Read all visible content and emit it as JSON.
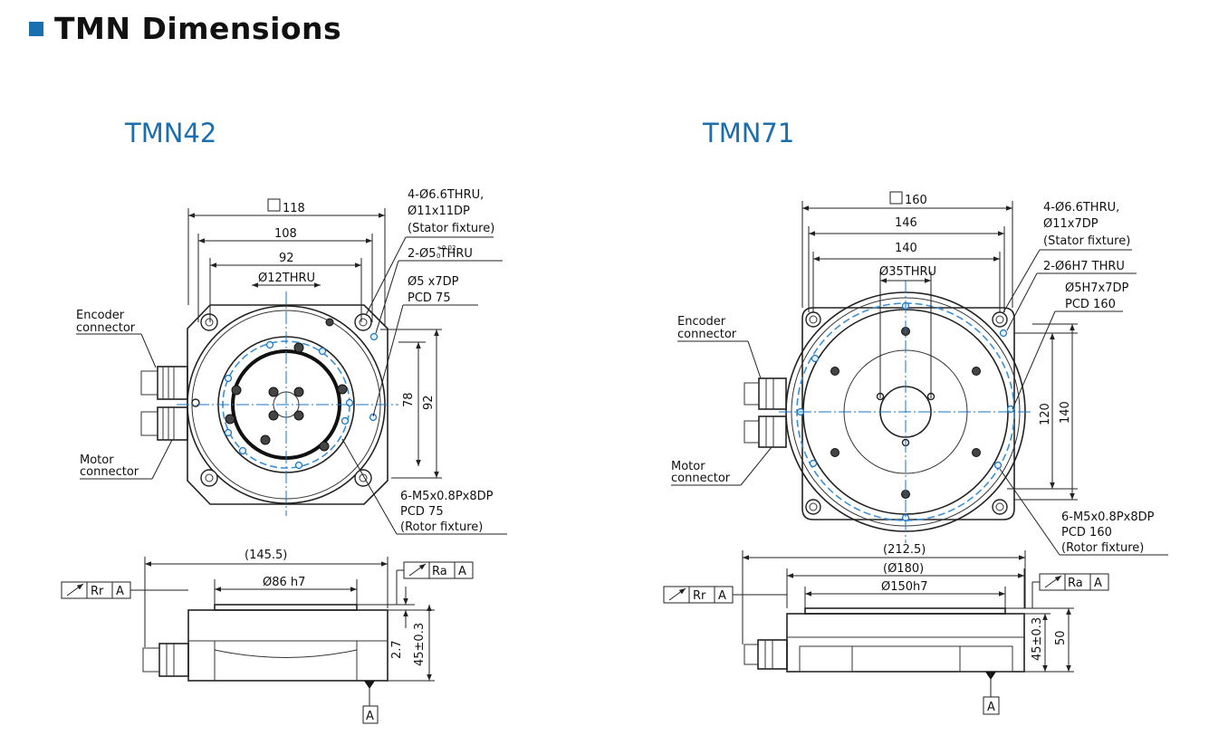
{
  "header": {
    "title": "TMN Dimensions",
    "accent_color": "#1a6fb0"
  },
  "models": {
    "left": {
      "name": "TMN42",
      "dims": {
        "square": "118",
        "d108": "108",
        "d92": "92",
        "thru": "Ø12THRU",
        "v78": "78",
        "v92": "92",
        "overall": "(145.5)",
        "pilot": "Ø86 h7",
        "h27": "2.7",
        "h45": "45±0.3"
      },
      "notes": {
        "stator": [
          "4-Ø6.6THRU,",
          "Ø11x11DP",
          "(Stator fixture)"
        ],
        "pin_thru": "2-Ø5 THRU",
        "pin_tol_top": "+0.02",
        "pin_tol_bot": "0",
        "pin_dp": "Ø5 x7DP",
        "pin_pcd": "PCD 75",
        "rotor": [
          "6-M5x0.8Px8DP",
          "PCD 75",
          "(Rotor fixture)"
        ],
        "encoder": [
          "Encoder",
          "connector"
        ],
        "motor": [
          "Motor",
          "connector"
        ]
      },
      "tolerance": {
        "left": [
          "Rr",
          "A"
        ],
        "right": [
          "Ra",
          "A"
        ],
        "datum": "A"
      }
    },
    "right": {
      "name": "TMN71",
      "dims": {
        "square": "160",
        "d146": "146",
        "d140": "140",
        "thru": "Ø35THRU",
        "v120": "120",
        "v140": "140",
        "overall": "(212.5)",
        "d180": "(Ø180)",
        "pilot": "Ø150h7",
        "h45": "45±0.3",
        "h50": "50"
      },
      "notes": {
        "stator": [
          "4-Ø6.6THRU,",
          "Ø11x7DP",
          "(Stator fixture)"
        ],
        "pin_thru": "2-Ø6H7 THRU",
        "pin_dp": "Ø5H7x7DP",
        "pin_pcd": "PCD 160",
        "rotor": [
          "6-M5x0.8Px8DP",
          "PCD 160",
          "(Rotor fixture)"
        ],
        "encoder": [
          "Encoder",
          "connector"
        ],
        "motor": [
          "Motor",
          "connector"
        ]
      },
      "tolerance": {
        "left": [
          "Rr",
          "A"
        ],
        "right": [
          "Ra",
          "A"
        ],
        "datum": "A"
      }
    }
  }
}
